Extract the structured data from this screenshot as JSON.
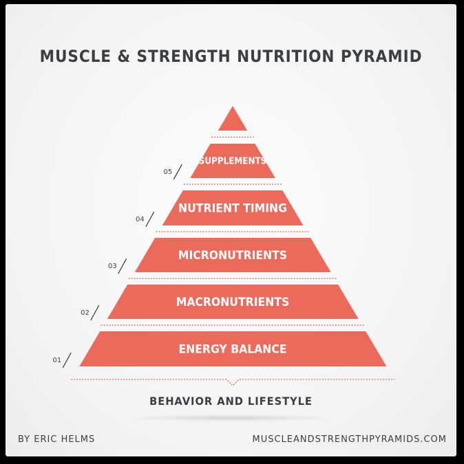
{
  "title": "MUSCLE & STRENGTH NUTRITION PYRAMID",
  "tiers": [
    {
      "number": "01",
      "label": "ENERGY BALANCE"
    },
    {
      "number": "02",
      "label": "MACRONUTRIENTS"
    },
    {
      "number": "03",
      "label": "MICRONUTRIENTS"
    },
    {
      "number": "04",
      "label": "NUTRIENT TIMING"
    },
    {
      "number": "05",
      "label": "SUPPLEMENTS"
    }
  ],
  "base_label": "BEHAVIOR AND LIFESTYLE",
  "footer": {
    "author": "BY ERIC HELMS",
    "website": "MUSCLEANDSTRENGTHPYRAMIDS.COM"
  },
  "colors": {
    "tier_fill": "#ea6a5c",
    "text_dark": "#3b3f44",
    "dotted_line": "#c0453a"
  }
}
